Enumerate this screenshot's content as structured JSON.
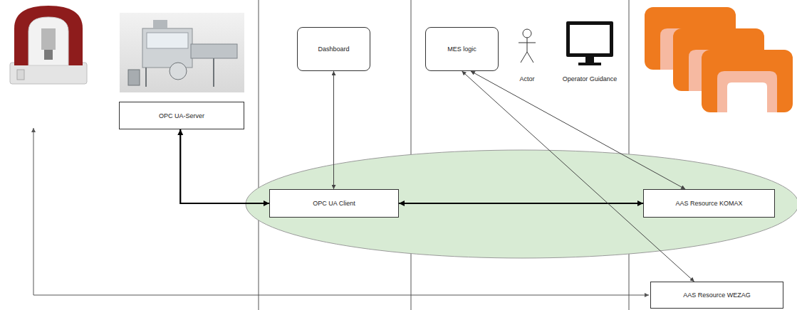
{
  "diagram": {
    "nodes": [
      {
        "text": [
          "Dashboard"
        ]
      },
      {
        "text": [
          "MES logic"
        ]
      },
      {
        "text": [
          "OPC UA-Server"
        ]
      },
      {
        "text": [
          "OPC UA Client"
        ]
      },
      {
        "text": [
          "AAS Resource KOMAX"
        ]
      },
      {
        "text": [
          "AAS Resource WEZAG"
        ]
      }
    ],
    "edges": [
      {
        "from": 2,
        "to": 3,
        "arrow": "both"
      },
      {
        "from": 0,
        "to": 3,
        "arrow": "both"
      },
      {
        "from": 3,
        "to": 4,
        "arrow": "both"
      },
      {
        "from": 1,
        "to": 4,
        "arrow": "both"
      },
      {
        "from": 1,
        "to": 5,
        "arrow": "both"
      }
    ],
    "labels": [
      "Actor",
      "Operator Guidance"
    ]
  }
}
